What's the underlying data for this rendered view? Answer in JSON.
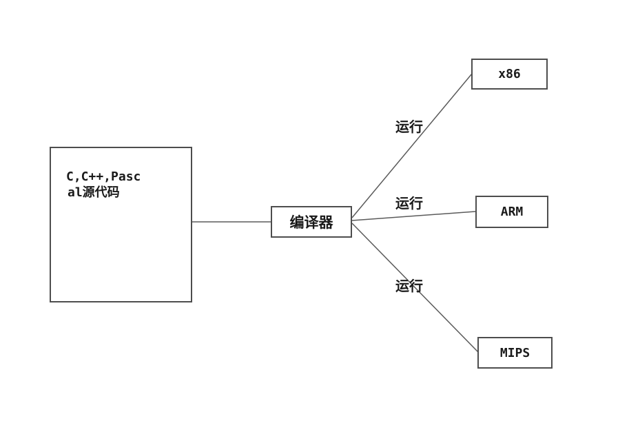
{
  "diagram": {
    "source": {
      "line1": "C,C++,Pasc",
      "line2": "al源代码"
    },
    "compiler": {
      "label": "编译器"
    },
    "edges": [
      {
        "label": "运行"
      },
      {
        "label": "运行"
      },
      {
        "label": "运行"
      }
    ],
    "targets": [
      {
        "label": "x86"
      },
      {
        "label": "ARM"
      },
      {
        "label": "MIPS"
      }
    ],
    "colors": {
      "background": "#ffffff",
      "box_border": "#4d4d4d",
      "edge_line": "#5a5a5a",
      "text": "#1a1a1a"
    }
  }
}
